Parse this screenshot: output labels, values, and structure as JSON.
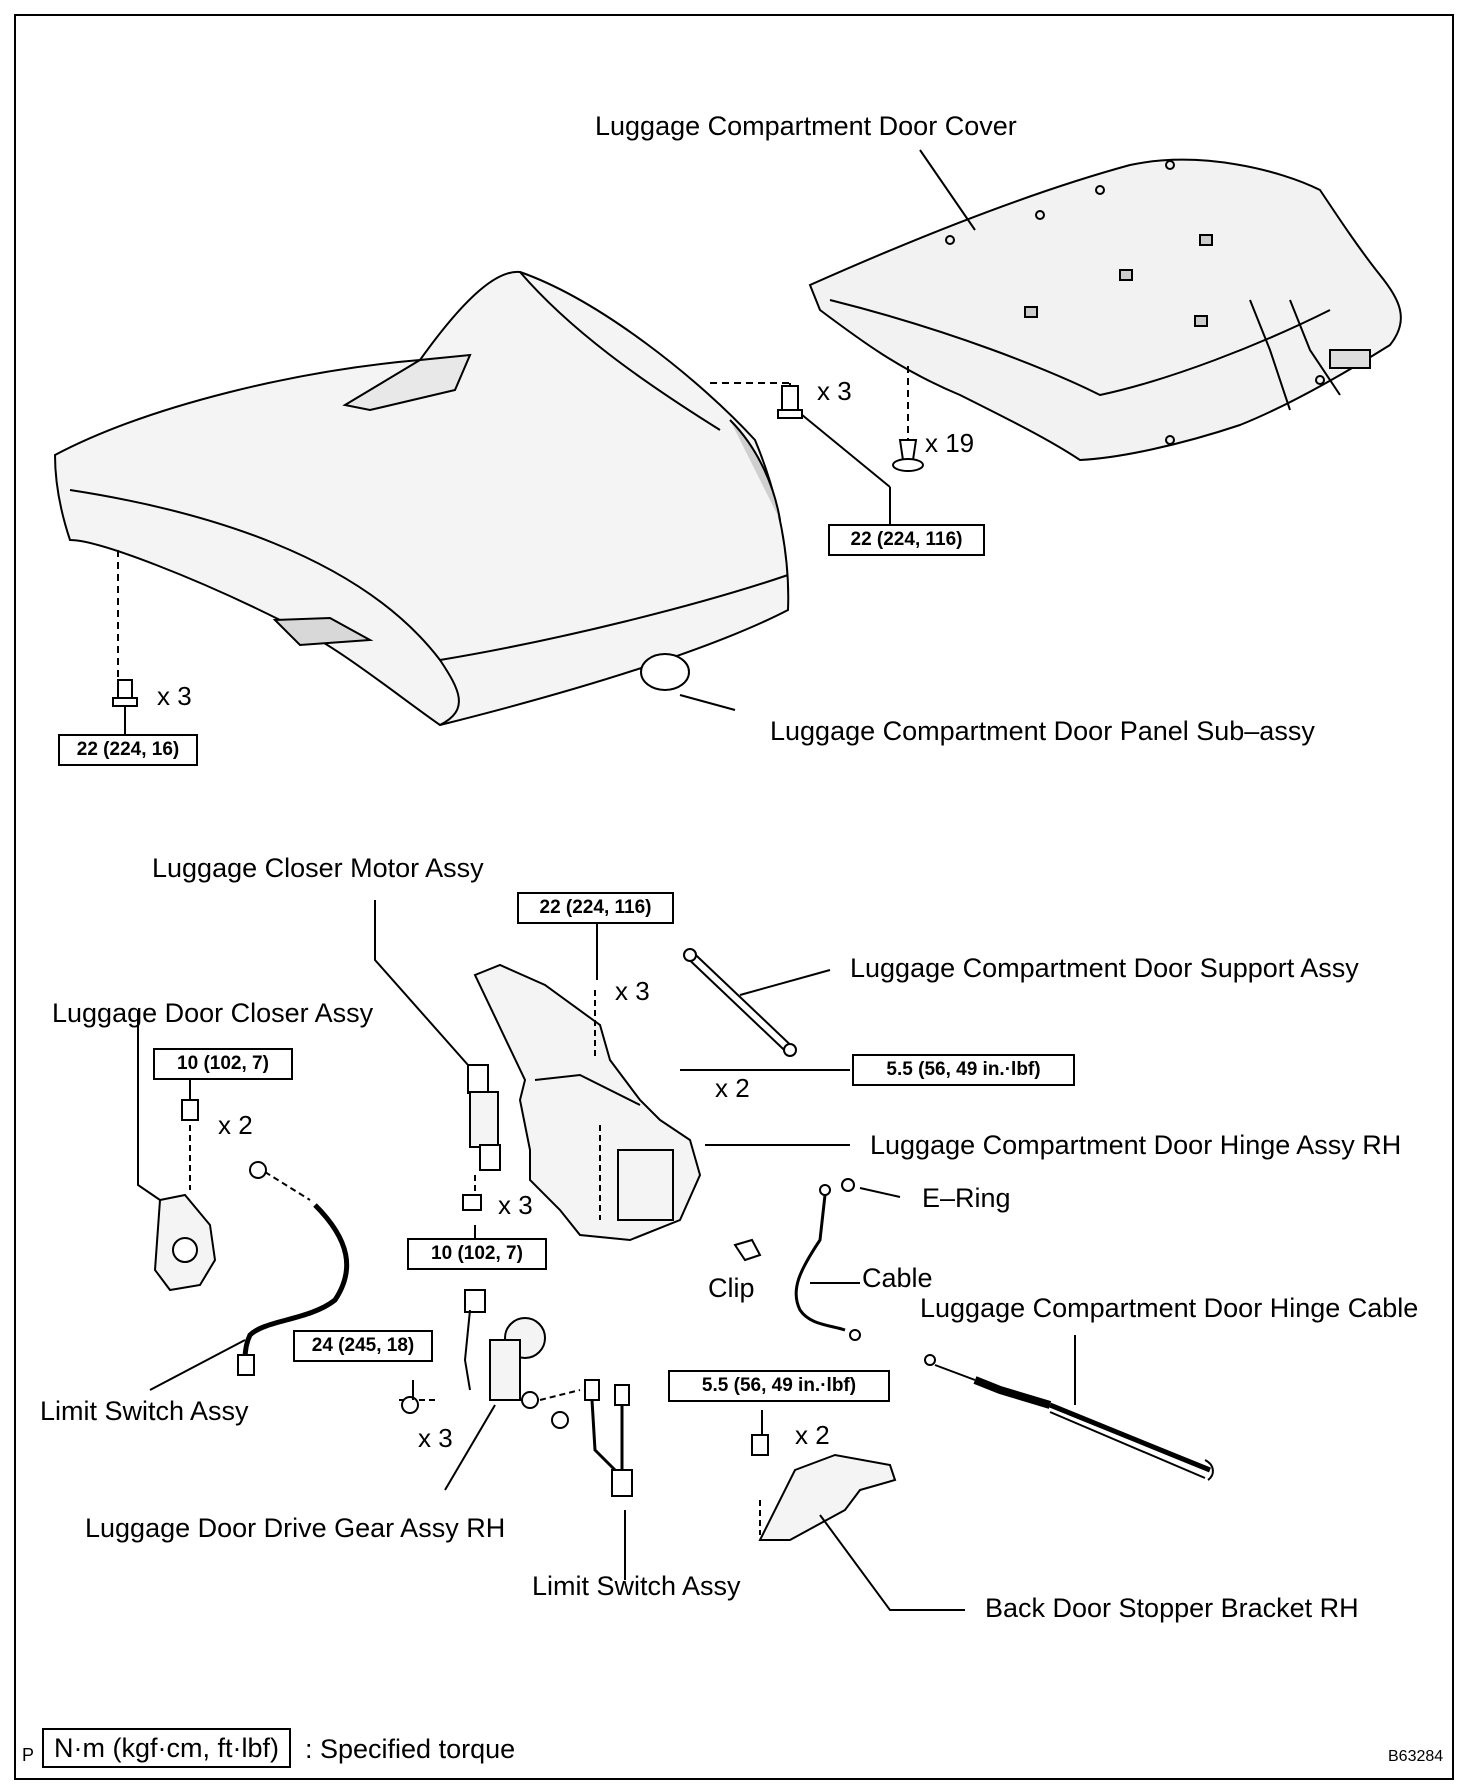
{
  "labels": {
    "door_cover": "Luggage Compartment Door Cover",
    "door_panel": "Luggage Compartment Door Panel Sub–assy",
    "closer_motor": "Luggage Closer Motor Assy",
    "door_support": "Luggage Compartment Door Support Assy",
    "door_closer": "Luggage Door Closer Assy",
    "hinge_rh": "Luggage Compartment Door Hinge Assy RH",
    "e_ring": "E–Ring",
    "clip": "Clip",
    "cable": "Cable",
    "hinge_cable": "Luggage Compartment Door Hinge Cable",
    "limit_switch_left": "Limit Switch Assy",
    "drive_gear": "Luggage Door Drive Gear Assy RH",
    "limit_switch_bottom": "Limit Switch Assy",
    "stopper_bracket": "Back Door Stopper Bracket RH"
  },
  "quantities": {
    "cover_bolt": "x 3",
    "cover_clip": "x 19",
    "panel_bolt": "x 3",
    "hinge_nut": "x 3",
    "support_bolt": "x 2",
    "closer_bolt": "x 2",
    "motor_bolt": "x 3",
    "gear_bolt": "x 3",
    "bracket_bolt": "x 2"
  },
  "torques": {
    "cover": "22 (224, 116)",
    "panel": "22 (224, 16)",
    "hinge": "22 (224, 116)",
    "support": "5.5 (56, 49 in.·lbf)",
    "closer": "10 (102, 7)",
    "motor": "10 (102, 7)",
    "gear": "24 (245, 18)",
    "bracket": "5.5 (56, 49 in.·lbf)"
  },
  "legend": {
    "unit_box": "N·m (kgf·cm, ft·lbf)",
    "text": ": Specified torque",
    "corner_mark": "P",
    "figure_code": "B63284"
  }
}
